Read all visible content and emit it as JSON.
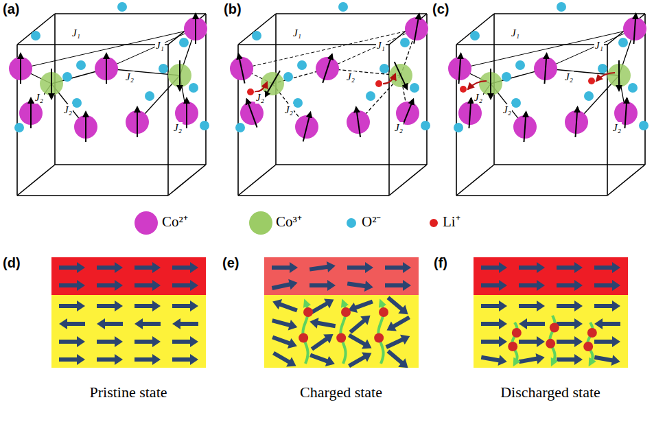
{
  "diagram": {
    "labels": [
      "(a)",
      "(b)",
      "(c)",
      "J₁",
      "J₁",
      "J₂",
      "J₂",
      "J₂",
      "J₂",
      "J₁",
      "J₁",
      "J₂",
      "J₂",
      "J₂",
      "J₂",
      "J₁",
      "J₁",
      "J₂",
      "J₂",
      "J₂",
      "J₂",
      "(d)",
      "(e)",
      "(f)",
      "Pristine state",
      "Charged state",
      "Discharged state"
    ],
    "legend": [
      {
        "text": "Co²⁺",
        "color": "#d03cc8"
      },
      {
        "text": "Co³⁺",
        "color": "#9ccc66"
      },
      {
        "text": "O²⁻",
        "color": "#3cb8dc"
      },
      {
        "text": "Li⁺",
        "color": "#e02020"
      }
    ]
  }
}
